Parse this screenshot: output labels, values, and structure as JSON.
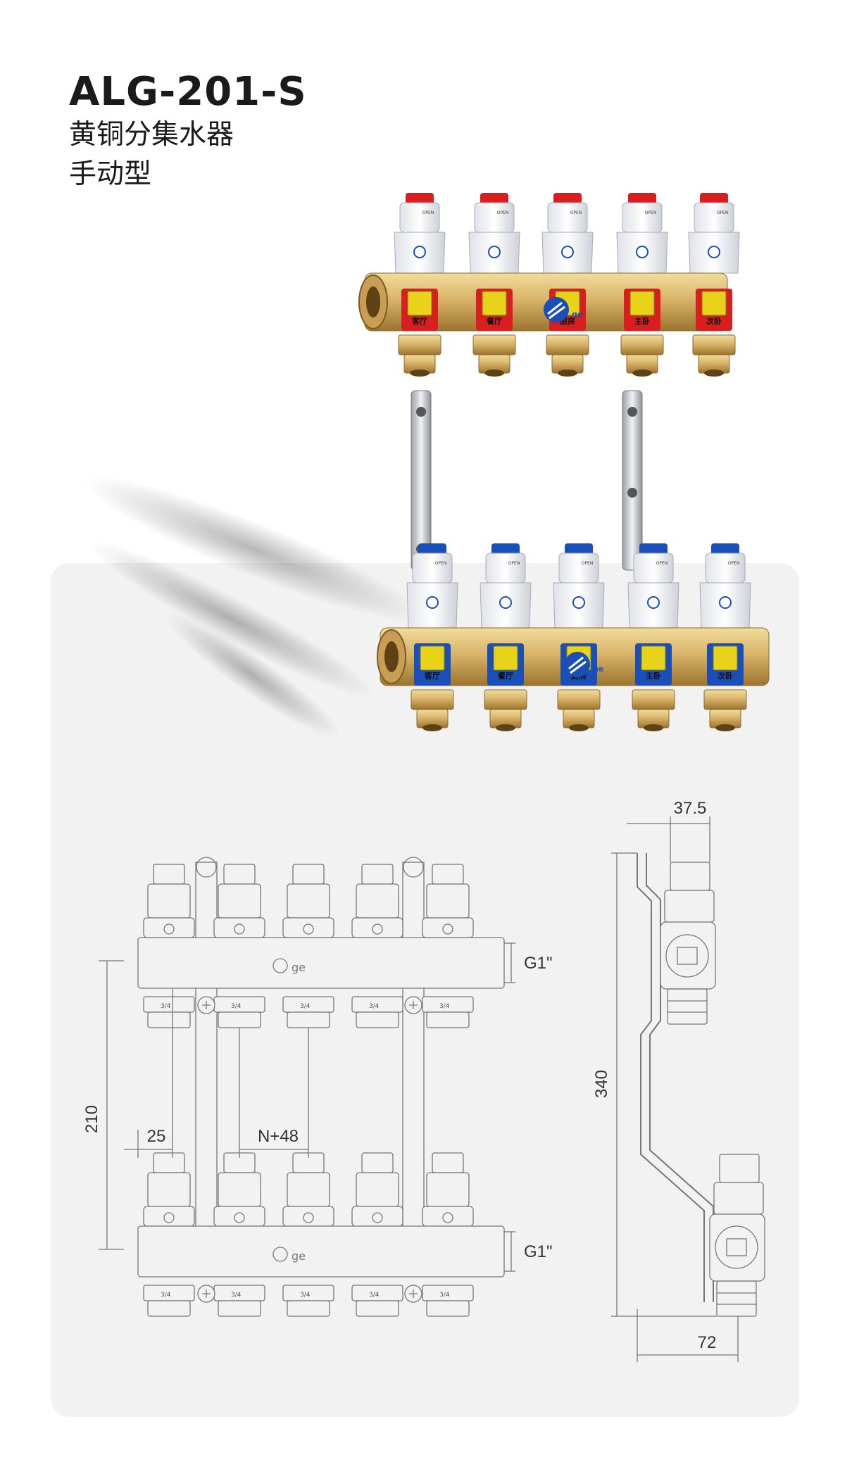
{
  "product": {
    "model": "ALG-201-S",
    "name": "黄铜分集水器",
    "variant": "手动型"
  },
  "photo": {
    "valve_cap_text": "OPEN",
    "brand_text": "ge",
    "supply_room_labels": [
      "客厅",
      "餐厅",
      "厨房",
      "主卧",
      "次卧"
    ],
    "return_room_labels": [
      "客厅",
      "餐厅",
      "厨房",
      "主卧",
      "次卧"
    ],
    "colors": {
      "supply": "#d81e1e",
      "return": "#1b4fb8",
      "brass": "#d9b46a",
      "tag": "#e8d21a"
    }
  },
  "drawing": {
    "left_view": {
      "height_dim": "210",
      "edge_dim": "25",
      "pitch_dim": "N+48",
      "thread_top": "G1\"",
      "thread_bottom": "G1\"",
      "fitting_label": "3/4",
      "brand_text": "ge"
    },
    "side_view": {
      "width_top": "37.5",
      "height_dim": "340",
      "width_bottom": "72"
    }
  }
}
